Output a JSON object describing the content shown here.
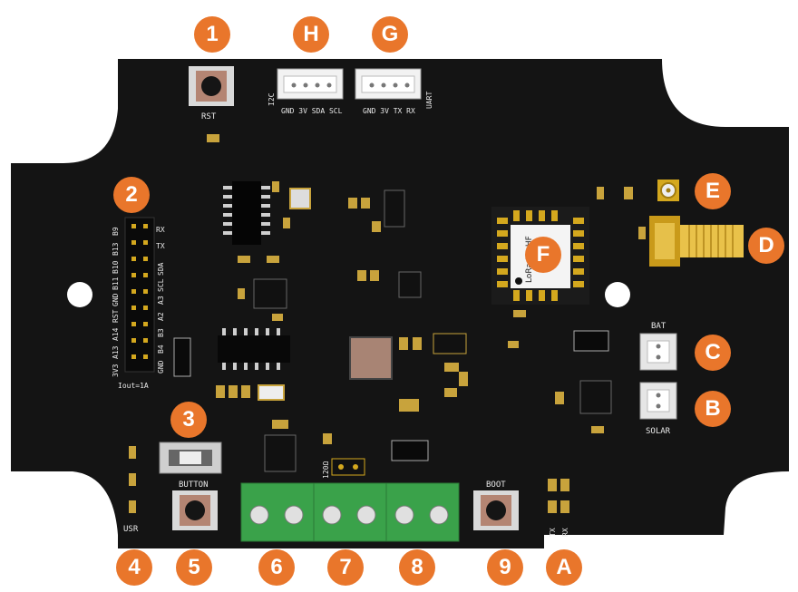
{
  "callouts": {
    "c1": "1",
    "c2": "2",
    "c3": "3",
    "c4": "4",
    "c5": "5",
    "c6": "6",
    "c7": "7",
    "c8": "8",
    "c9": "9",
    "cA": "A",
    "cB": "B",
    "cC": "C",
    "cD": "D",
    "cE": "E",
    "cF": "F",
    "cG": "G",
    "cH": "H"
  },
  "silkscreen": {
    "rst": "RST",
    "i2c": "I2C",
    "i2c_pins": "GND 3V SDA SCL",
    "uart": "UART",
    "uart_pins": "GND 3V TX RX",
    "header_right": [
      "RX",
      "TX",
      "SDA",
      "SCL",
      "A3",
      "A2",
      "B3",
      "B4",
      "GND"
    ],
    "header_left": [
      "B9",
      "B13",
      "B10",
      "B11",
      "GND",
      "RST",
      "A14",
      "A13",
      "3V3"
    ],
    "iout": "Iout=1A",
    "button": "BUTTON",
    "usr": "USR",
    "boot": "BOOT",
    "tx": "TX",
    "rx": "RX",
    "bat": "BAT",
    "solar": "SOLAR",
    "r120": "120Ω",
    "module": "LoRa-E5-HF"
  },
  "colors": {
    "callout": "#e9762b",
    "pcb": "#141414",
    "terminal": "#3aa24a",
    "gold": "#d4a81e"
  }
}
